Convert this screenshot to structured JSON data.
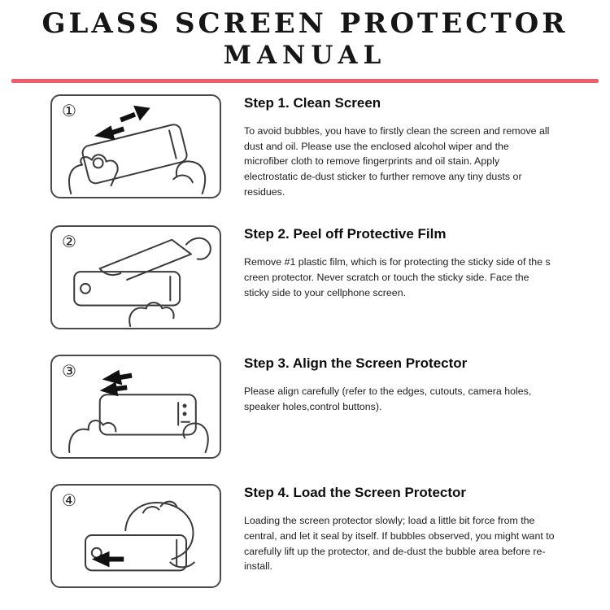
{
  "title": {
    "line1": "GLASS SCREEN PROTECTOR",
    "line2": "MANUAL"
  },
  "colors": {
    "divider": "#f25b69",
    "divider_style": "background:#f25b69;",
    "line_art": "#3a3a3a",
    "text": "#111111"
  },
  "steps": [
    {
      "number": "①",
      "heading": "Step 1. Clean Screen",
      "body": "To avoid bubbles, you have to firstly clean the screen and remove all dust and oil. Please use the enclosed alcohol wiper and the microfiber cloth to remove fingerprints and oil stain. Apply electrostatic de-dust sticker to further remove any tiny dusts or residues.",
      "illustration": "hands wiping phone screen with arrows"
    },
    {
      "number": "②",
      "heading": "Step 2. Peel off Protective Film",
      "body": "Remove #1 plastic film, which is for protecting the sticky side of the s creen protector. Never scratch or touch the sticky side. Face the sticky side to your cellphone screen.",
      "illustration": "hand peeling protective film off protector"
    },
    {
      "number": "③",
      "heading": "Step 3. Align the Screen Protector",
      "body": "Please align carefully (refer to the edges, cutouts, camera holes, speaker holes,control buttons).",
      "illustration": "aligning protector over phone with arrows"
    },
    {
      "number": "④",
      "heading": "Step 4. Load the Screen Protector",
      "body": "Loading the screen protector slowly; load a little bit force from the central, and let it seal by itself. If bubbles observed, you might want to carefully lift up the protector, and de-dust the bubble area before re-install.",
      "illustration": "hand pressing protector onto phone with arrow"
    }
  ]
}
